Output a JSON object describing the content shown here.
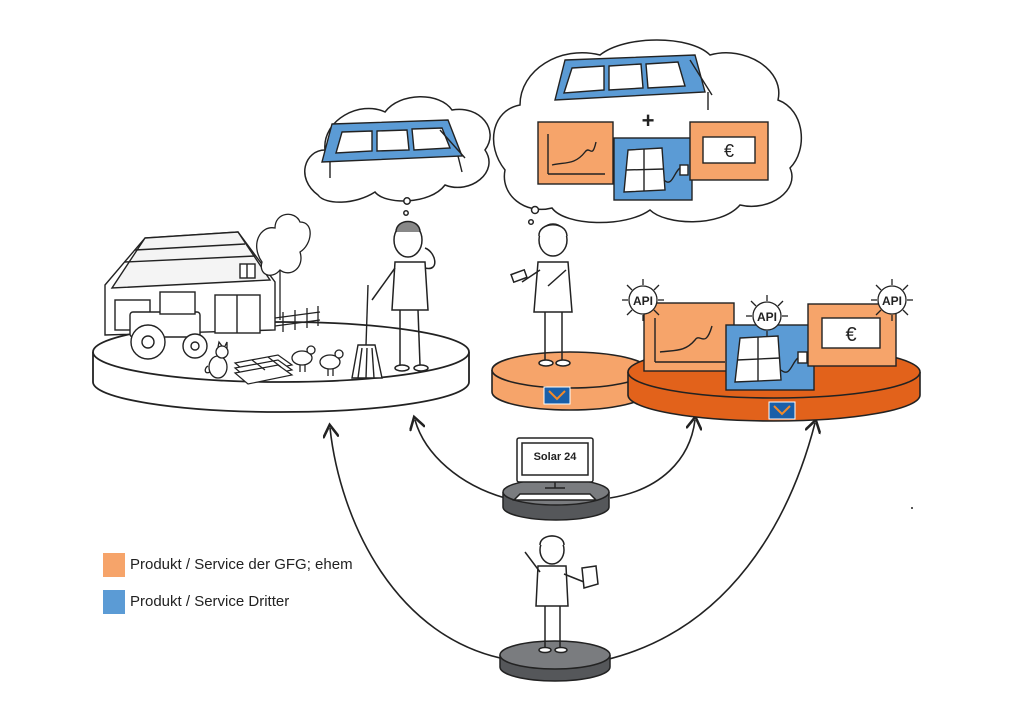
{
  "computer_label": "Solar 24",
  "api_label": "API",
  "plus_sign": "+",
  "euro_sign": "€",
  "legend": [
    {
      "label": "Produkt / Service der GFG; ehem",
      "color": "#f6a46a"
    },
    {
      "label": "Produkt / Service Dritter",
      "color": "#5b9bd5"
    }
  ],
  "colors": {
    "orange": "#f6a46a",
    "dark_orange": "#e2621b",
    "blue": "#5b9bd5",
    "gray_platform": "#55575a",
    "ink": "#222222"
  }
}
